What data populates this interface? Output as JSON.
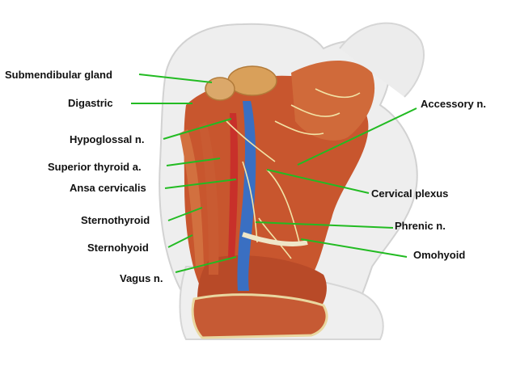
{
  "labels": {
    "submandibular": "Submendibular gland",
    "digastric": "Digastric",
    "hypoglossal": "Hypoglossal n.",
    "sup_thyroid": "Superior thyroid a.",
    "ansa": "Ansa cervicalis",
    "sternothyroid": "Sternothyroid",
    "sternohyoid": "Sternohyoid",
    "vagus": "Vagus n.",
    "accessory": "Accessory n.",
    "cervical_plexus": "Cervical plexus",
    "phrenic": "Phrenic n.",
    "omohyoid": "Omohyoid"
  },
  "colors": {
    "leader": "#22bb22",
    "muscle": "#c8562e",
    "vein": "#3a6fc2",
    "artery": "#c8302a",
    "nerve": "#f2e3a6",
    "skin": "#ededed",
    "gland": "#d9a05a"
  }
}
